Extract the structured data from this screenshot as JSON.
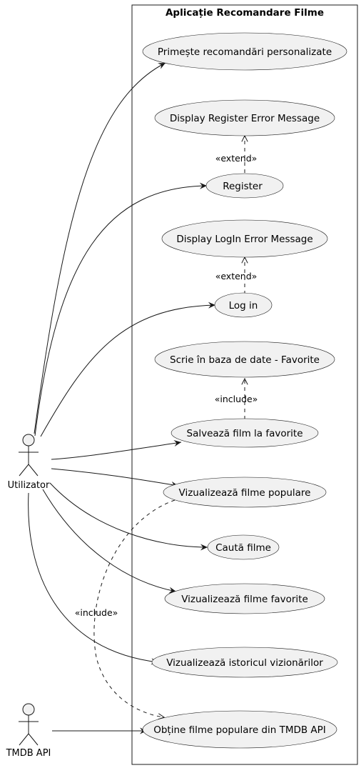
{
  "system": {
    "title": "Aplicație Recomandare Filme"
  },
  "actors": [
    {
      "id": "utilizator",
      "label": "Utilizator"
    },
    {
      "id": "tmdb",
      "label": "TMDB API"
    }
  ],
  "use_cases": [
    {
      "id": "uc_recom",
      "label": "Primește recomandări personalizate"
    },
    {
      "id": "uc_regerr",
      "label": "Display Register Error Message"
    },
    {
      "id": "uc_register",
      "label": "Register"
    },
    {
      "id": "uc_loginerr",
      "label": "Display LogIn Error Message"
    },
    {
      "id": "uc_login",
      "label": "Log in"
    },
    {
      "id": "uc_scrie",
      "label": "Scrie în baza de date - Favorite"
    },
    {
      "id": "uc_salveaza",
      "label": "Salvează film la favorite"
    },
    {
      "id": "uc_populare",
      "label": "Vizualizează filme populare"
    },
    {
      "id": "uc_cauta",
      "label": "Caută filme"
    },
    {
      "id": "uc_favorite",
      "label": "Vizualizează filme favorite"
    },
    {
      "id": "uc_istoric",
      "label": "Vizualizează istoricul vizionărilor"
    },
    {
      "id": "uc_obtine",
      "label": "Obține filme populare din TMDB API"
    }
  ],
  "relations": [
    {
      "from": "uc_register",
      "to": "uc_regerr",
      "label": "«extend»"
    },
    {
      "from": "uc_login",
      "to": "uc_loginerr",
      "label": "«extend»"
    },
    {
      "from": "uc_salveaza",
      "to": "uc_scrie",
      "label": "«include»"
    },
    {
      "from": "uc_populare",
      "to": "uc_obtine",
      "label": "«include»"
    }
  ]
}
